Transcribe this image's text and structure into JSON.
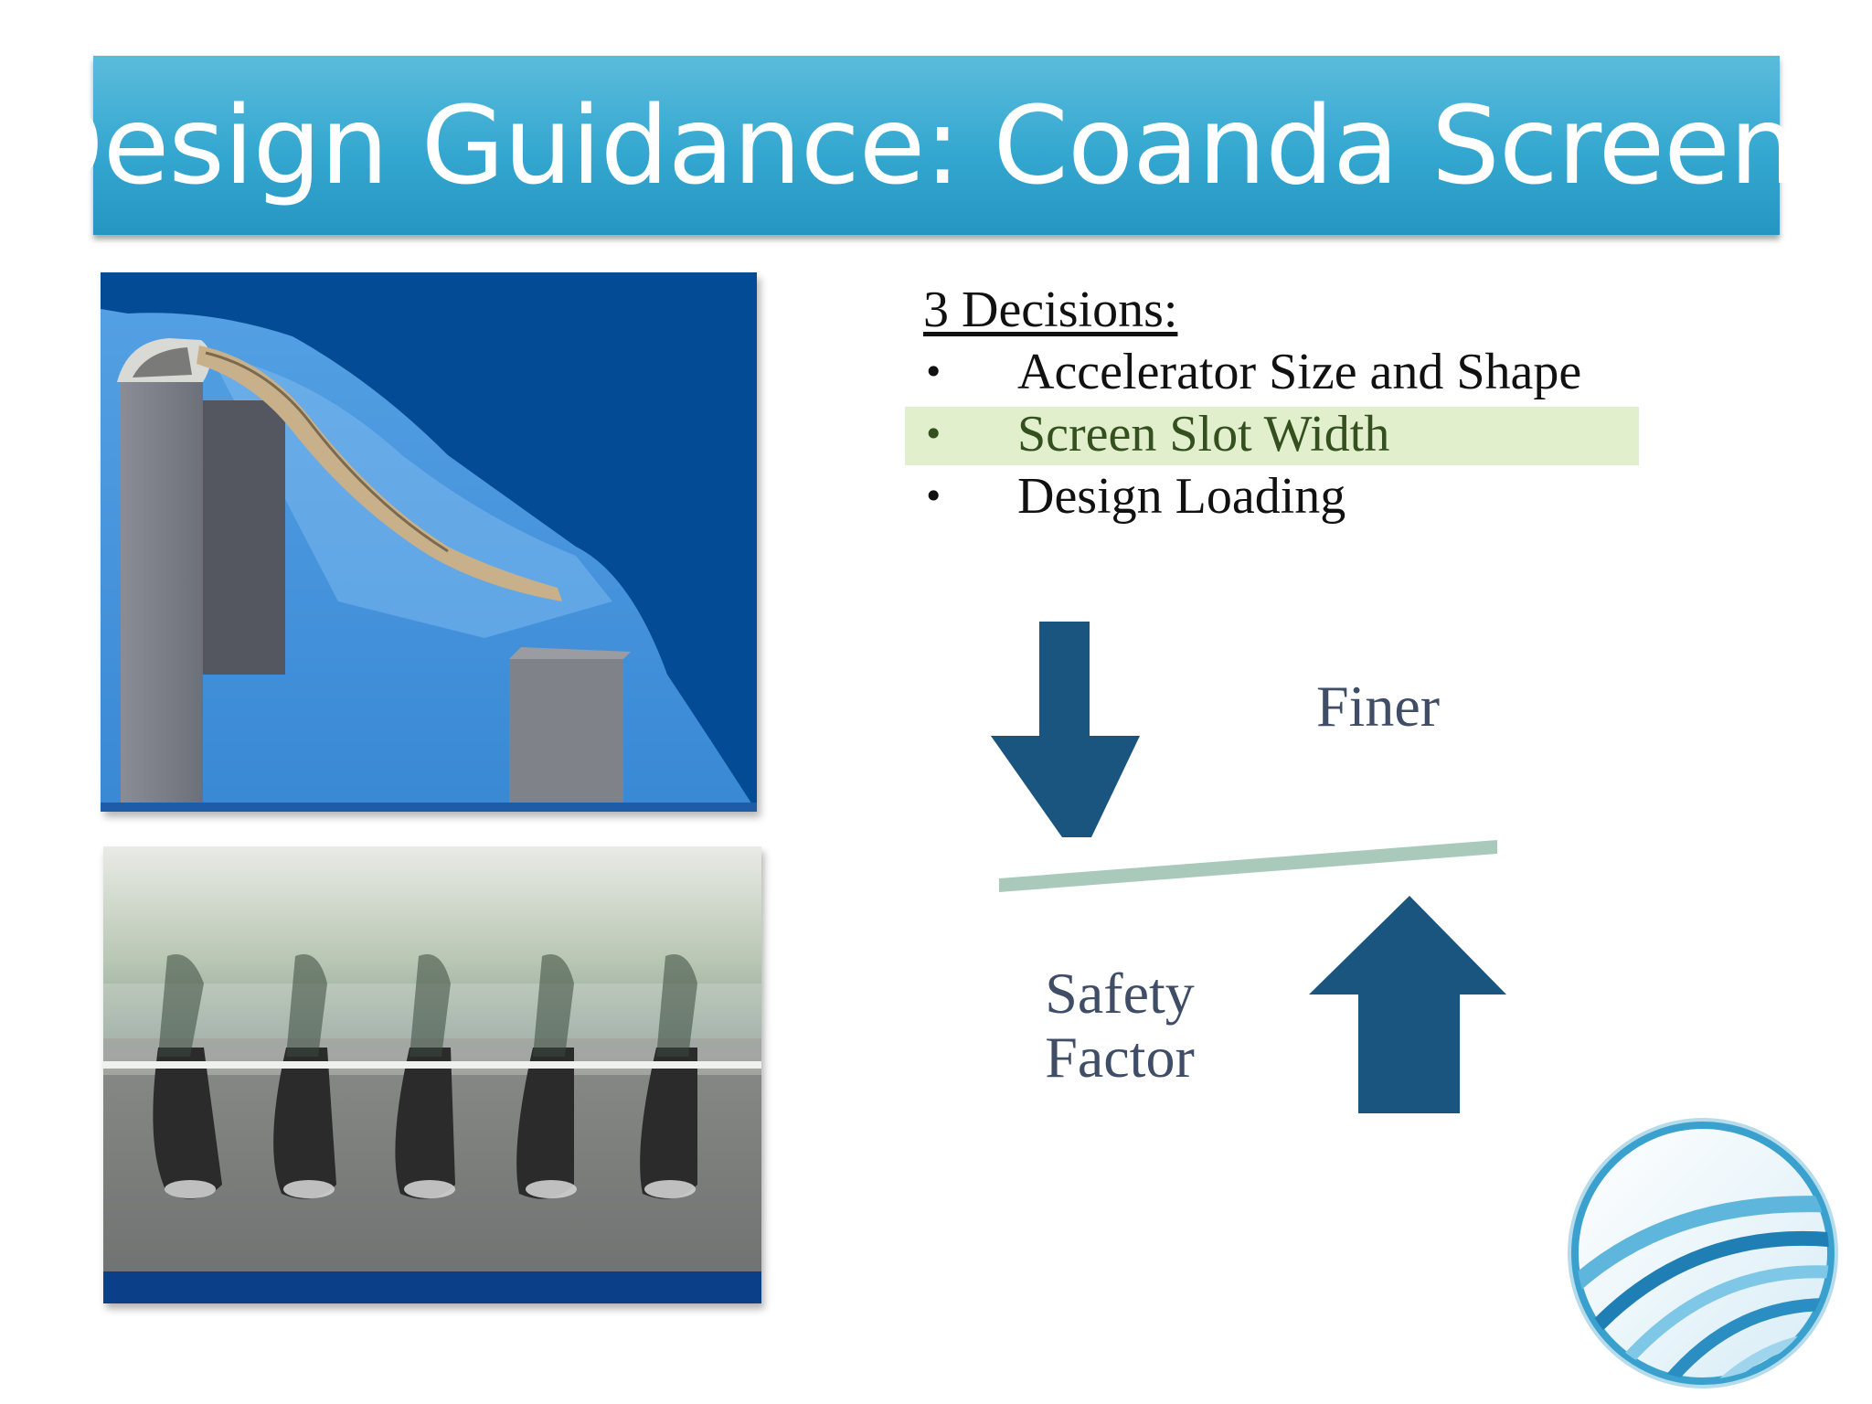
{
  "slide": {
    "title": "Design Guidance: Coanda Screens"
  },
  "decisions": {
    "heading": "3 Decisions:",
    "items": [
      {
        "bullet": "•",
        "label": "Accelerator Size and Shape",
        "highlighted": false
      },
      {
        "bullet": "•",
        "label": "Screen Slot Width",
        "highlighted": true
      },
      {
        "bullet": "•",
        "label": "Design Loading",
        "highlighted": false
      }
    ]
  },
  "diagram": {
    "down_arrow_label": "Finer",
    "up_arrow_label": "Safety Factor",
    "up_arrow_label_line1": "Safety",
    "up_arrow_label_line2": "Factor",
    "arrow_color": "#1a5580",
    "balance_beam_color": "#a9c9bb"
  },
  "colors": {
    "title_banner": "#34a7d0",
    "highlight": "#e1efcd"
  },
  "images": {
    "top_left": "coanda-screen-3d-render",
    "bottom_left": "screen-wedge-wire-closeup",
    "logo": "swirl-circle-logo"
  }
}
